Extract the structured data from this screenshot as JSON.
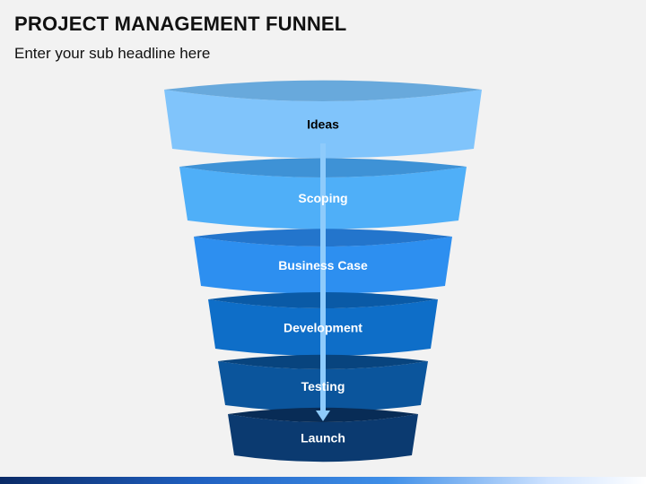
{
  "header": {
    "title": "PROJECT MANAGEMENT FUNNEL",
    "subtitle": "Enter your sub headline here"
  },
  "funnel": {
    "stages": [
      {
        "label": "Ideas",
        "fill": "#80c4fb",
        "top_fill": "#68a9dc",
        "text_color": "#000000"
      },
      {
        "label": "Scoping",
        "fill": "#4faff8",
        "top_fill": "#3e92d6",
        "text_color": "#ffffff"
      },
      {
        "label": "Business Case",
        "fill": "#2d8ff0",
        "top_fill": "#2375cc",
        "text_color": "#ffffff"
      },
      {
        "label": "Development",
        "fill": "#0e6ec8",
        "top_fill": "#0a5aa6",
        "text_color": "#ffffff"
      },
      {
        "label": "Testing",
        "fill": "#0b559c",
        "top_fill": "#08447e",
        "text_color": "#ffffff"
      },
      {
        "label": "Launch",
        "fill": "#0b3a70",
        "top_fill": "#082c56",
        "text_color": "#ffffff"
      }
    ],
    "connector_color": "#8ecbfb"
  }
}
